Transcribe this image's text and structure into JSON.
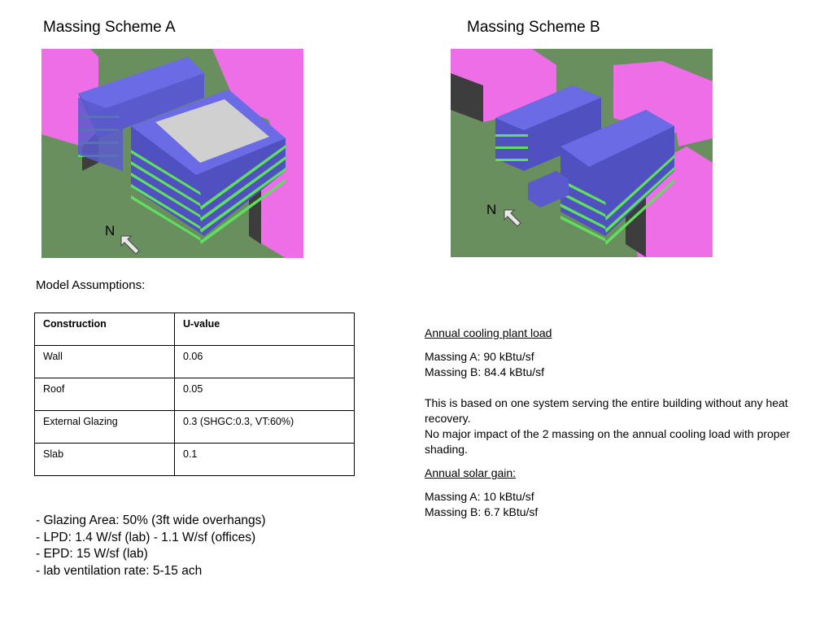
{
  "scheme_a": {
    "title": "Massing Scheme A",
    "north_label": "N"
  },
  "scheme_b": {
    "title": "Massing Scheme B",
    "north_label": "N"
  },
  "assumptions": {
    "title": "Model Assumptions:",
    "table": {
      "headers": [
        "Construction",
        "U-value"
      ],
      "rows": [
        [
          "Wall",
          "0.06"
        ],
        [
          "Roof",
          "0.05"
        ],
        [
          "External Glazing",
          "0.3 (SHGC:0.3, VT:60%)"
        ],
        [
          "Slab",
          "0.1"
        ]
      ]
    },
    "bullets": [
      "- Glazing Area: 50% (3ft wide overhangs)",
      "- LPD: 1.4 W/sf (lab) - 1.1 W/sf (offices)",
      "- EPD: 15 W/sf (lab)",
      "- lab ventilation rate: 5-15 ach"
    ]
  },
  "cooling": {
    "heading": "Annual cooling plant load",
    "line_a": "Massing A: 90 kBtu/sf",
    "line_b": "Massing B: 84.4 kBtu/sf",
    "note1": "This is based on one system serving the entire building without any heat recovery.",
    "note2": "No major impact of the 2 massing on the annual cooling load with proper shading."
  },
  "solar": {
    "heading": "Annual solar gain:",
    "line_a": "Massing A: 10 kBtu/sf",
    "line_b": "Massing B: 6.7 kBtu/sf"
  },
  "colors": {
    "ground": "#6a8f5e",
    "context_buildings": "#ee6ee8",
    "building_roof": "#6b6be6",
    "glazing_band": "#5ee05e",
    "shadow": "#3d3d3d"
  }
}
